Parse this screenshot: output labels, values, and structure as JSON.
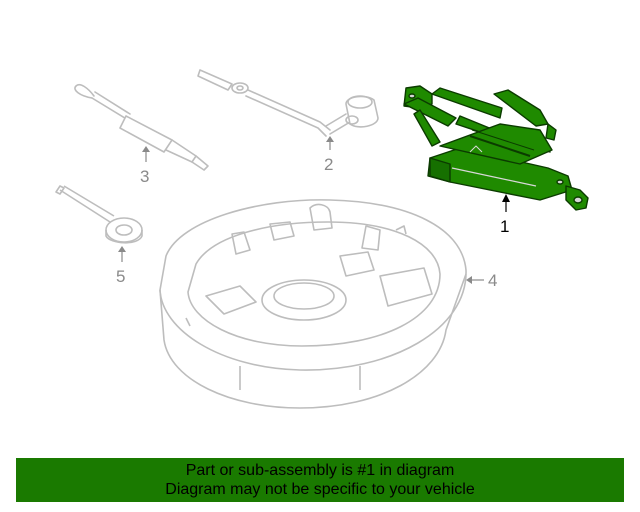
{
  "diagram": {
    "callouts": {
      "p1": "1",
      "p2": "2",
      "p3": "3",
      "p4": "4",
      "p5": "5"
    },
    "colors": {
      "line": "#bdbdbd",
      "highlight": "#1f8a00",
      "highlight_dark": "#0b3b00",
      "label": "#8a8a8a",
      "label_active": "#000000"
    }
  },
  "footer": {
    "line1": "Part or sub-assembly is #1 in diagram",
    "line2": "Diagram may not be specific to your vehicle",
    "background": "#1a7a00"
  }
}
